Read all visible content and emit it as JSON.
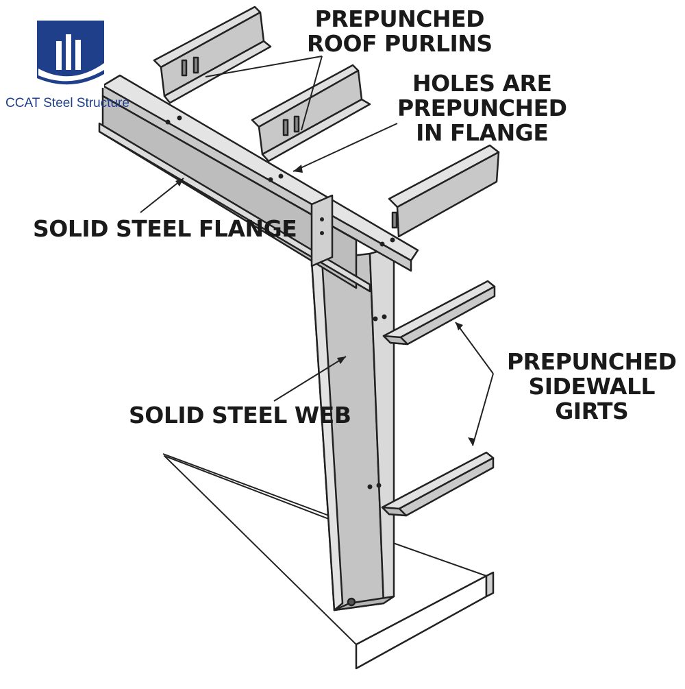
{
  "logo": {
    "company": "CCAT Steel Structure",
    "icon": "building-wave-logo",
    "color": "#1f3f8a"
  },
  "labels": {
    "roof_purlins": [
      "PREPUNCHED",
      "ROOF PURLINS"
    ],
    "holes": [
      "HOLES ARE",
      "PREPUNCHED",
      "IN FLANGE"
    ],
    "flange": "SOLID STEEL FLANGE",
    "web": "SOLID STEEL WEB",
    "girts": [
      "PREPUNCHED",
      "SIDEWALL",
      "GIRTS"
    ]
  },
  "colors": {
    "steel_light": "#d9d9d9",
    "steel_mid": "#c4c4c4",
    "steel_dark": "#a9a9a9",
    "outline": "#222222"
  }
}
